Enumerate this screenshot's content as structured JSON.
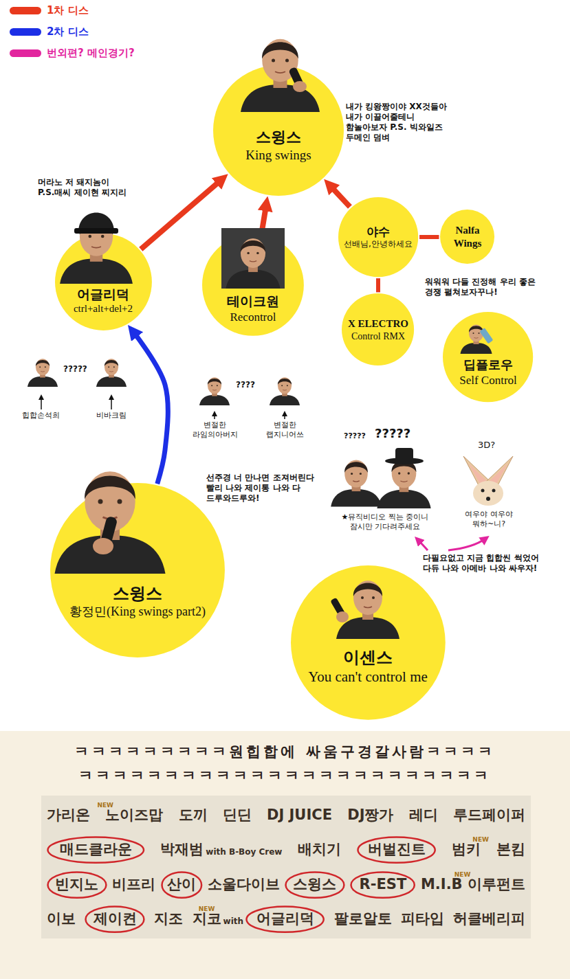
{
  "diagram": {
    "nodes": [
      {
        "text": [
          "스윙스",
          "King swings"
        ]
      },
      {
        "text": [
          "어글리덕",
          "ctrl+alt+del+2"
        ]
      },
      {
        "text": [
          "테이크원",
          "Recontrol"
        ]
      },
      {
        "text": [
          "야수",
          "선배님,안녕하세요"
        ]
      },
      {
        "text": [
          "Nalfa Wings"
        ]
      },
      {
        "text": [
          "X ELECTRO",
          "Control RMX"
        ]
      },
      {
        "text": [
          "딥플로우",
          "Self Control"
        ]
      },
      {
        "text": [
          "스윙스",
          "황정민(King swings part2)"
        ]
      },
      {
        "text": [
          "이센스",
          "You can't control me"
        ]
      },
      {
        "text": [
          "매드클라운"
        ]
      },
      {
        "text": [
          "버벌진트"
        ]
      },
      {
        "text": [
          "빈지노"
        ]
      },
      {
        "text": [
          "산이"
        ]
      },
      {
        "text": [
          "스윙스"
        ]
      },
      {
        "text": [
          "R-EST"
        ]
      },
      {
        "text": [
          "제이켠"
        ]
      },
      {
        "text": [
          "어글리덕"
        ]
      }
    ],
    "edges": [
      {
        "from": 1,
        "to": 0,
        "arrow": "to"
      },
      {
        "from": 2,
        "to": 0,
        "arrow": "to"
      },
      {
        "from": 3,
        "to": 0,
        "arrow": "to"
      },
      {
        "from": 3,
        "to": 4,
        "arrow": "none"
      },
      {
        "from": 3,
        "to": 5,
        "arrow": "none"
      },
      {
        "from": 7,
        "to": 1,
        "arrow": "to"
      }
    ],
    "labels": [
      "내가 킹왕짱이야 XX것들아 내가 이끌어줄테니 함놀아보자 P.S. 빅와일즈 두메인 덤벼",
      "머라노 저 돼지놈이 P.S.매씨 제이현 찌지리",
      "워워워 다들 진정해 우리 좋은 경쟁 펼쳐보자꾸나!",
      "?????",
      "힙합손석희",
      "비바크림",
      "????",
      "변절한 라임의아버지",
      "변절한 랩지니어쓰",
      "?????",
      "?????",
      "3D?",
      "★뮤직비디오 찍는 중이니 잠시만 기다려주세요",
      "여우야 여우야 뭐하~니?",
      "선주경 너 만나면 조져버린다 빨리 나와 제이통 나와 다 드루와드루와!",
      "다필요없고 지금 힙합씬 썩었어 다듀 나와 아메바 나와 싸우자!",
      "ㅋㅋㅋㅋㅋㅋㅋㅋㅋ원힙합에 싸움구경갈사람ㅋㅋㅋㅋ",
      "ㅋㅋㅋㅋㅋㅋㅋㅋㅋㅋㅋㅋㅋㅋㅋㅋㅋㅋㅋㅋㅋㅋㅋㅋ",
      "가리온",
      "NEW",
      "노이즈맙",
      "도끼",
      "딘딘",
      "DJ JUICE",
      "DJ짱가",
      "레디",
      "루드페이퍼",
      "박재범",
      "with B-Boy Crew",
      "배치기",
      "범키",
      "NEW",
      "본킴",
      "비프리",
      "소울다이브",
      "M.I.B",
      "NEW",
      "이루펀트",
      "이보",
      "지조",
      "지코",
      "NEW",
      "with",
      "팔로알토",
      "피타입",
      "허클베리피"
    ],
    "legend": [
      {
        "text": "1차 디스",
        "color": "#e8391d"
      },
      {
        "text": "2차 디스",
        "color": "#1c2fe6"
      },
      {
        "text": "번외편? 메인경기?",
        "color": "#e2259e"
      }
    ]
  }
}
